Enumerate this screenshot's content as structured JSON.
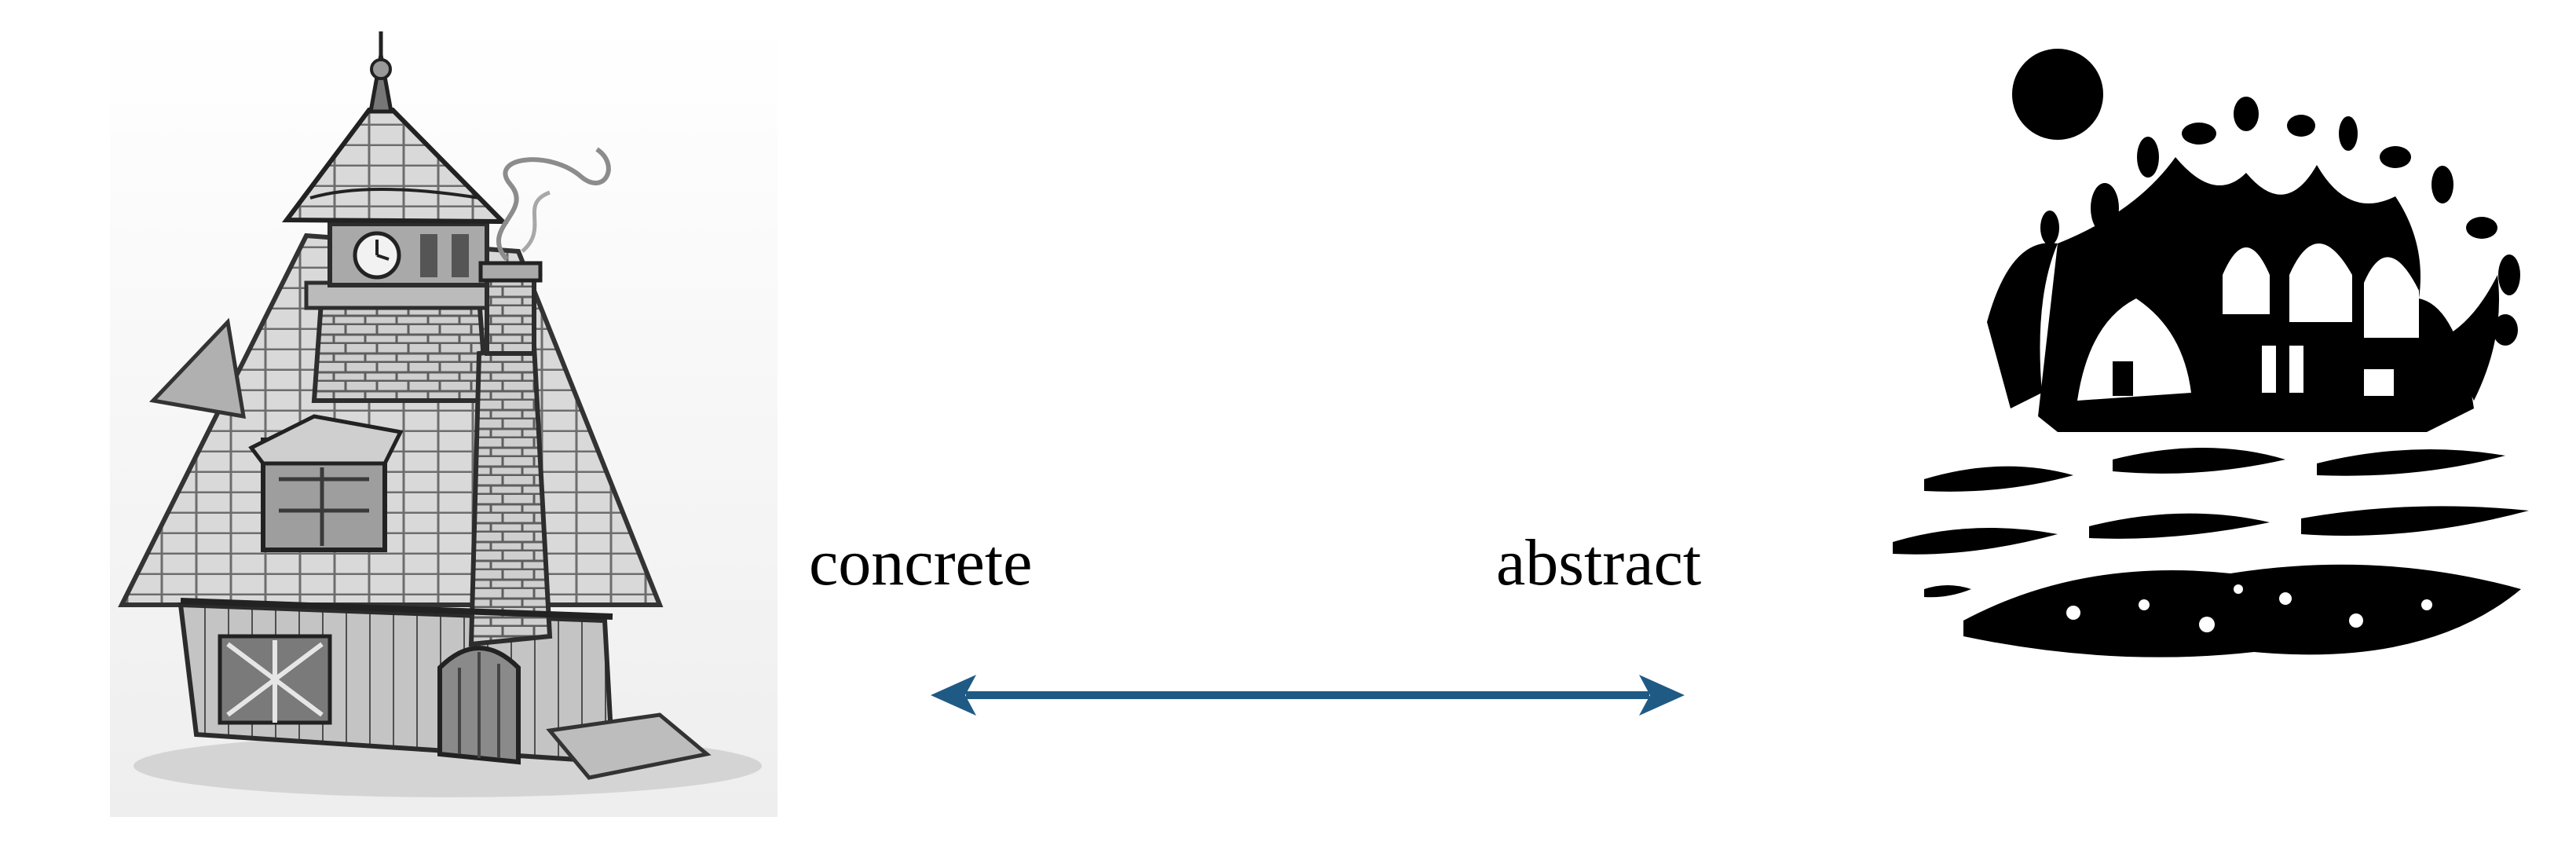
{
  "diagram": {
    "left_label": "concrete",
    "right_label": "abstract",
    "arrow_color": "#1f5a85",
    "left_image": "pencil-sketch-house-with-clock-tower",
    "right_image": "silhouette-house-with-tree-and-moon"
  }
}
